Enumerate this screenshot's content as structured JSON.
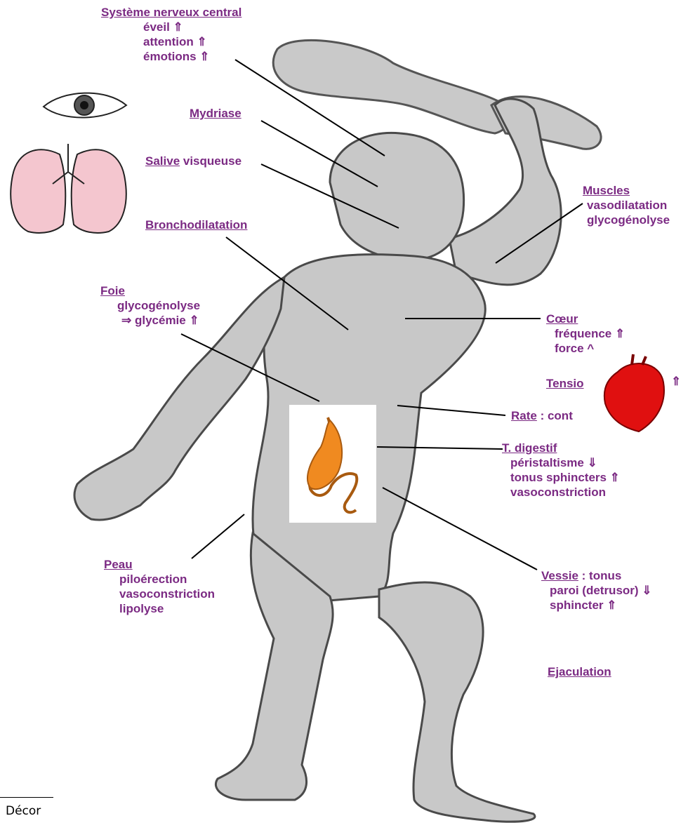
{
  "labels": {
    "snc": {
      "title": "Système nerveux central",
      "items": [
        "éveil ⇑",
        "attention ⇑",
        "émotions ⇑"
      ]
    },
    "mydriase": {
      "title": "Mydriase"
    },
    "salive": {
      "title": "Salive",
      "rest": " visqueuse"
    },
    "broncho": {
      "title": "Bronchodilatation"
    },
    "foie": {
      "title": "Foie",
      "items": [
        "glycogénolyse",
        "⇒ glycémie ⇑"
      ]
    },
    "muscles": {
      "title": "Muscles",
      "items": [
        "vasodilatation",
        "glycogénolyse"
      ]
    },
    "coeur": {
      "title": "Cœur",
      "items": [
        "fréquence ⇑",
        "force ^"
      ]
    },
    "tension": {
      "title": "Tensio",
      "rest": "⇑"
    },
    "rate": {
      "title": "Rate",
      "rest": " : cont"
    },
    "digestif": {
      "title": "T. digestif",
      "items": [
        "péristaltisme ⇓",
        "tonus sphincters ⇑",
        "vasoconstriction"
      ]
    },
    "peau": {
      "title": "Peau",
      "items": [
        "piloérection",
        "vasoconstriction",
        "lipolyse"
      ]
    },
    "vessie": {
      "title": "Vessie",
      "rest": " : tonus",
      "items": [
        "paroi (detrusor) ⇓",
        "sphincter ⇑"
      ]
    },
    "ejaculation": {
      "title": "Ejaculation"
    }
  },
  "footnote": "Décor",
  "colors": {
    "label": "#7b2a83",
    "body": "#c8c8c8",
    "heart": "#e01010",
    "stomach": "#f08a20",
    "lung": "#f4c6cf"
  }
}
